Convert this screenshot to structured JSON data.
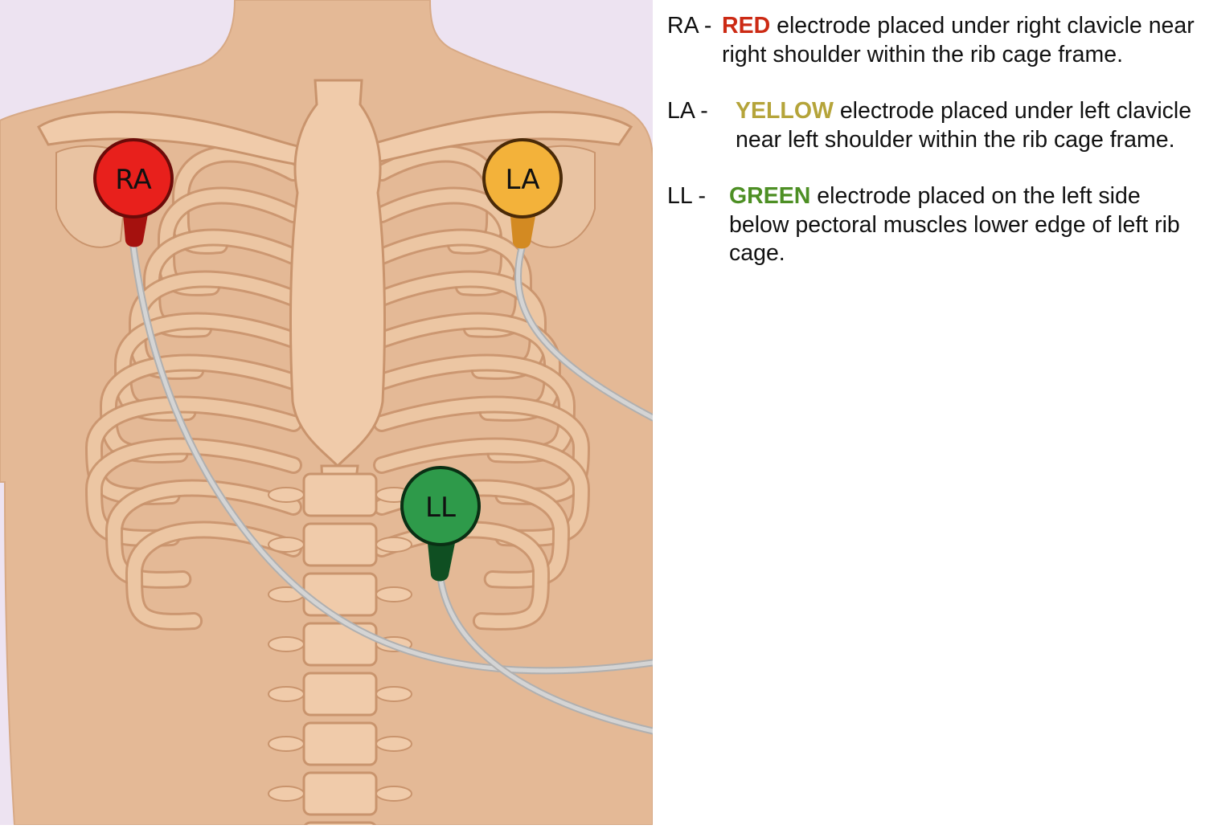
{
  "electrodes": [
    {
      "id": "ra",
      "code": "RA",
      "lead_prefix": "RA - ",
      "color_word": "RED",
      "color": "#cc2a14",
      "fill": "#e8201c",
      "dark": "#8e0e0c",
      "description": "electrode placed under right clavicle near right shoulder within the rib cage frame."
    },
    {
      "id": "la",
      "code": "LA",
      "lead_prefix": "LA - ",
      "color_word": "YELLOW",
      "color": "#b5a43a",
      "fill": "#f3b23a",
      "dark": "#b4761b",
      "description": "electrode placed under left clavicle near left shoulder within the rib cage frame."
    },
    {
      "id": "ll",
      "code": "LL",
      "lead_prefix": "LL - ",
      "color_word": "GREEN",
      "color": "#4d8f24",
      "fill": "#2e9a4a",
      "dark": "#0f4f22",
      "description": "electrode placed on the left side below pectoral muscles lower edge of left rib cage."
    }
  ],
  "colors": {
    "background": "#ede3f1",
    "skin": "#e4b996",
    "bone_fill": "#f0cbaa",
    "bone_stroke": "#c9946d",
    "cable": "#c8c8c8"
  }
}
